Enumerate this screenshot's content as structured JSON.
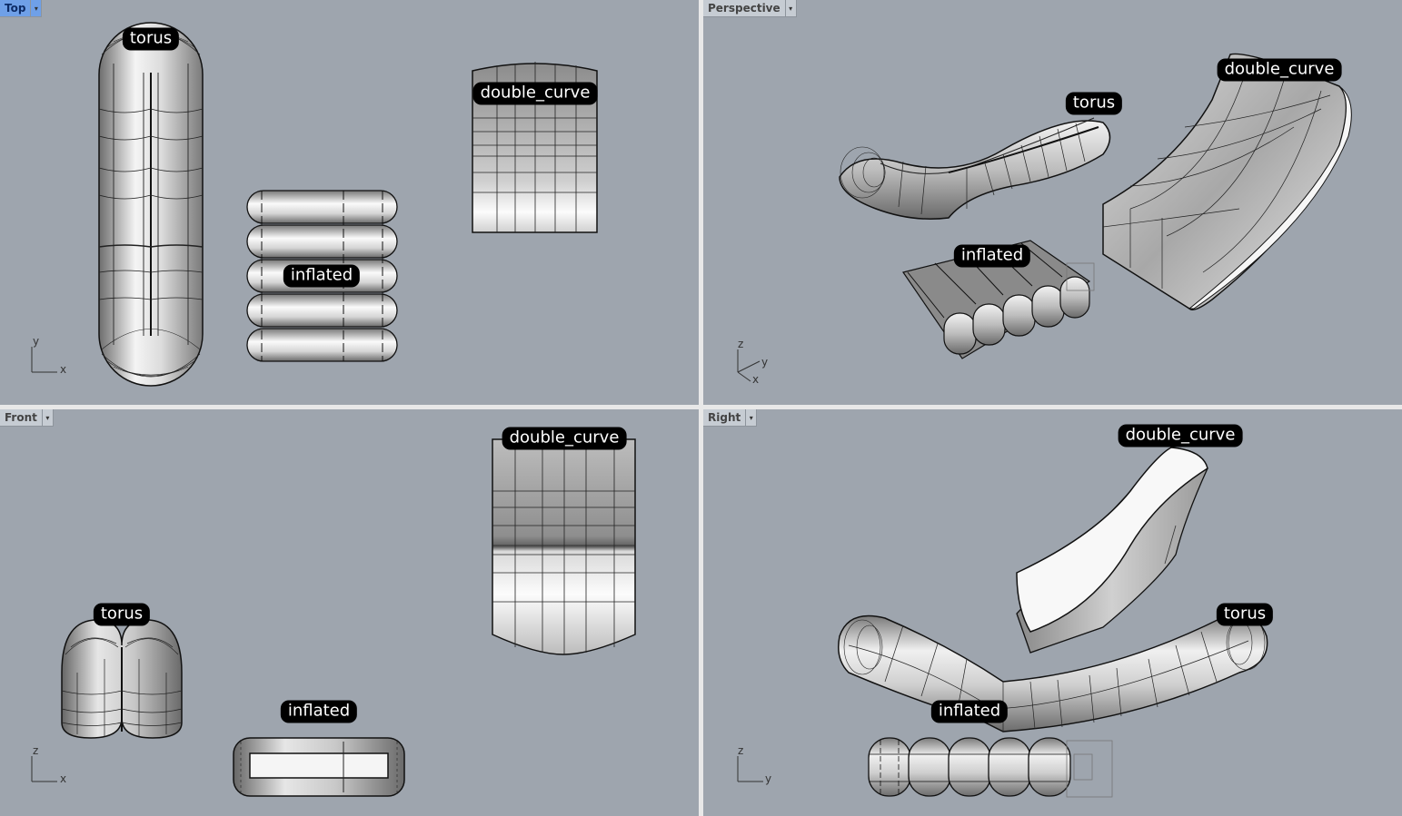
{
  "viewports": {
    "top": {
      "name": "Top",
      "active": true
    },
    "perspective": {
      "name": "Perspective",
      "active": false
    },
    "front": {
      "name": "Front",
      "active": false
    },
    "right": {
      "name": "Right",
      "active": false
    }
  },
  "labels": {
    "torus": "torus",
    "double_curve": "double_curve",
    "inflated": "inflated"
  },
  "axes": {
    "x": "x",
    "y": "y",
    "z": "z"
  },
  "dropdown_glyph": "▾",
  "colors": {
    "viewport_bg": "#9ea5ae",
    "active_tab": "#6fa0e8",
    "label_bg": "#000000",
    "label_text": "#ffffff"
  }
}
